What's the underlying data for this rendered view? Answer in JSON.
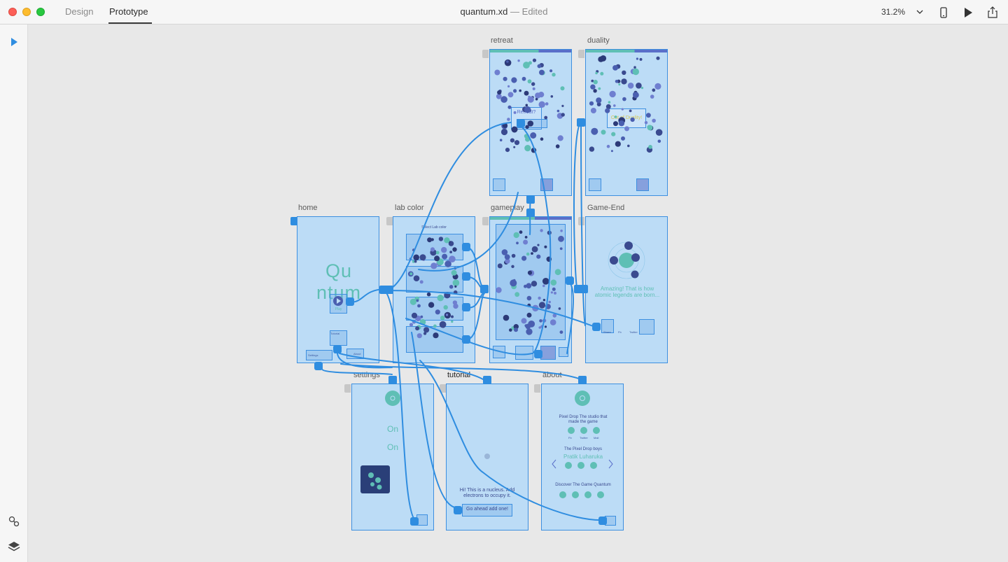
{
  "toolbar": {
    "tabs": [
      {
        "label": "Design"
      },
      {
        "label": "Prototype"
      }
    ],
    "document_name": "quantum.xd",
    "document_status": " — Edited",
    "zoom": "31.2%",
    "icons": [
      "device-preview-icon",
      "play-icon",
      "share-icon"
    ]
  },
  "sidebar": {
    "icons": [
      "select-arrow-icon",
      "link-icon",
      "layers-icon"
    ]
  },
  "artboards": {
    "home": {
      "label": "home",
      "logo_text": "Qu ntum",
      "play": "Play",
      "tutorial": "Tutorial",
      "settings": "Settings",
      "about": "About"
    },
    "lab_color": {
      "label": "lab color",
      "header": "Select Lab color"
    },
    "gameplay": {
      "label": "gameplay"
    },
    "game_end": {
      "label": "Game-End",
      "message": "Amazing! That is how atomic legends are born...",
      "icons": [
        "Share",
        "Fb",
        "Twitter"
      ]
    },
    "retreat": {
      "label": "retreat",
      "dialog": "Retreat?"
    },
    "duality": {
      "label": "duality",
      "dialog": "Out of Duality!"
    },
    "settings": {
      "label": "settings",
      "value1": "On",
      "value2": "On"
    },
    "tutorial": {
      "label": "tutorial",
      "hint": "Hi! This is a nucleus. Add electrons to occupy it.",
      "button": "Go ahead add one!"
    },
    "about": {
      "label": "about",
      "line1": "Pixel Drop The studio that made the game",
      "line2": "The Pixel Drop boys",
      "name": "Pratik Luharuka",
      "line3": "Discover The Game Quantum",
      "small_labels": [
        "Fb",
        "Twitter",
        "Mail"
      ]
    }
  },
  "colors": {
    "accent": "#2f8de0",
    "artboard_fill": "#bcdcf6",
    "teal": "#5fbfb5",
    "navy": "#3a4a8f"
  }
}
